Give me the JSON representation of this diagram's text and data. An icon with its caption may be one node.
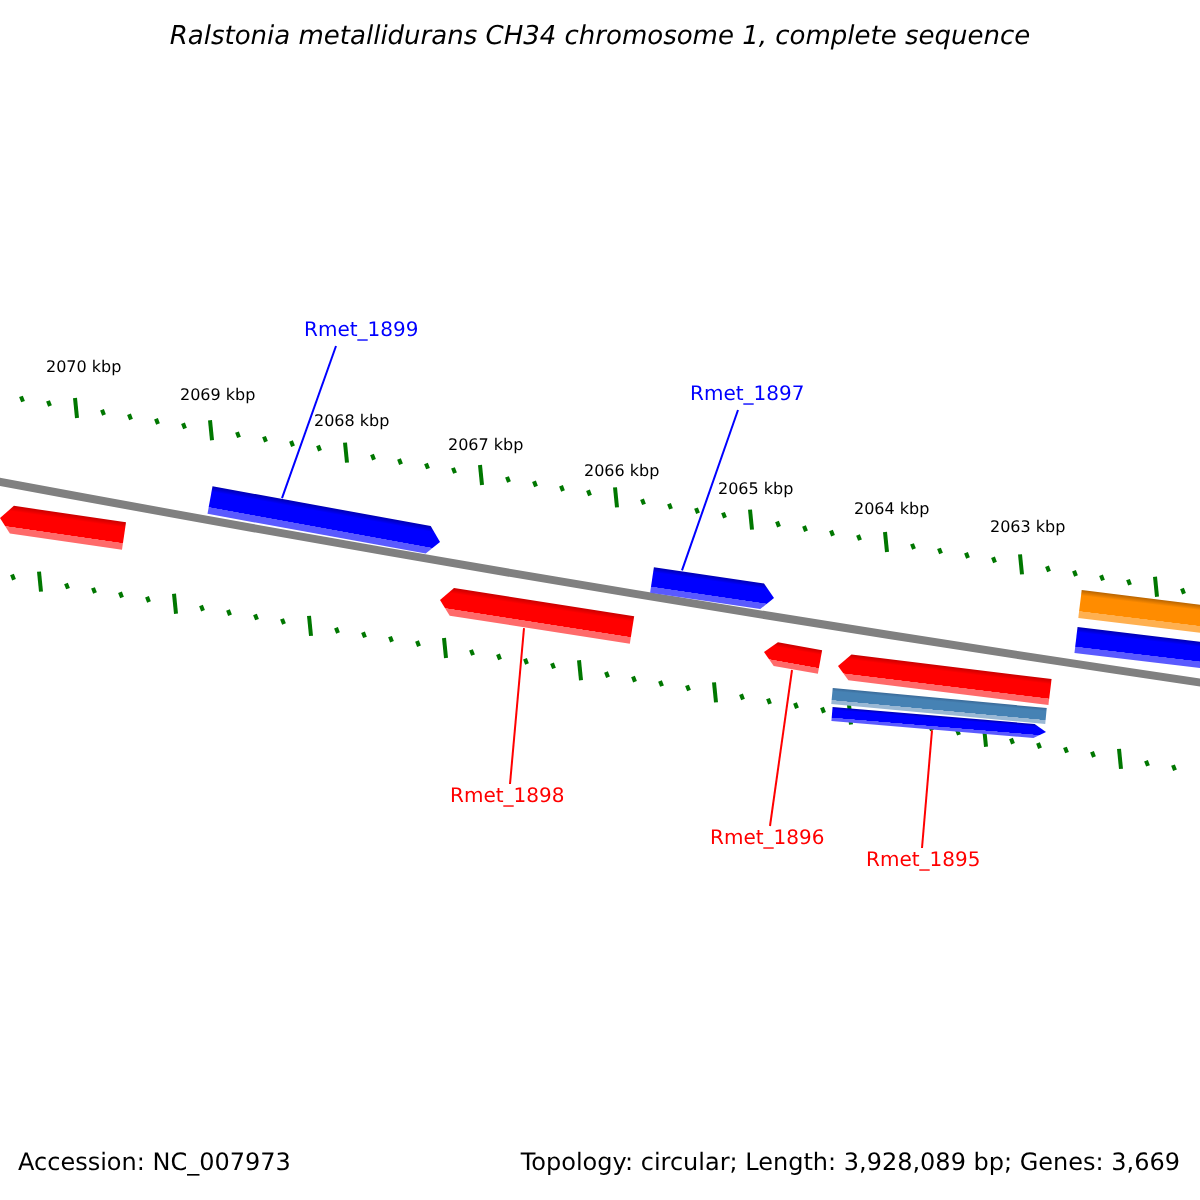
{
  "diagram": {
    "title": "Ralstonia metallidurans CH34 chromosome 1, complete sequence",
    "nodes": [
      {
        "text": [],
        "shape": "bar"
      },
      {
        "text": [],
        "shape": "bar"
      },
      {
        "text": [],
        "shape": "bar"
      },
      {
        "text": [],
        "shape": "bar"
      },
      {
        "text": [],
        "shape": "bar"
      },
      {
        "text": [],
        "shape": "bar"
      },
      {
        "text": [],
        "shape": "bar"
      },
      {
        "text": [],
        "shape": "bar"
      },
      {
        "text": [],
        "shape": "bar"
      },
      {
        "text": [],
        "shape": "bar"
      },
      {
        "text": [
          "Rmet_1899"
        ]
      },
      {
        "text": [
          "Rmet_1897"
        ]
      },
      {
        "text": [
          "Rmet_1898"
        ]
      },
      {
        "text": [
          "Rmet_1896"
        ]
      },
      {
        "text": [
          "Rmet_1895"
        ]
      }
    ],
    "edges": [
      {
        "from": 10,
        "to": 1,
        "arrow": "none",
        "color": "#0000ff"
      },
      {
        "from": 11,
        "to": 3,
        "arrow": "none",
        "color": "#0000ff"
      },
      {
        "from": 12,
        "to": 2,
        "arrow": "none"
      },
      {
        "from": 13,
        "to": 4,
        "arrow": "none"
      },
      {
        "from": 14,
        "to": 7,
        "arrow": "none"
      }
    ],
    "labels": [
      "2070 kbp",
      "2069 kbp",
      "2068 kbp",
      "2067 kbp",
      "2066 kbp",
      "2065 kbp",
      "2064 kbp",
      "2063 kbp",
      "Accession: NC_007973",
      "Topology: circular; Length: 3,928,089 bp; Genes: 3,669"
    ]
  }
}
